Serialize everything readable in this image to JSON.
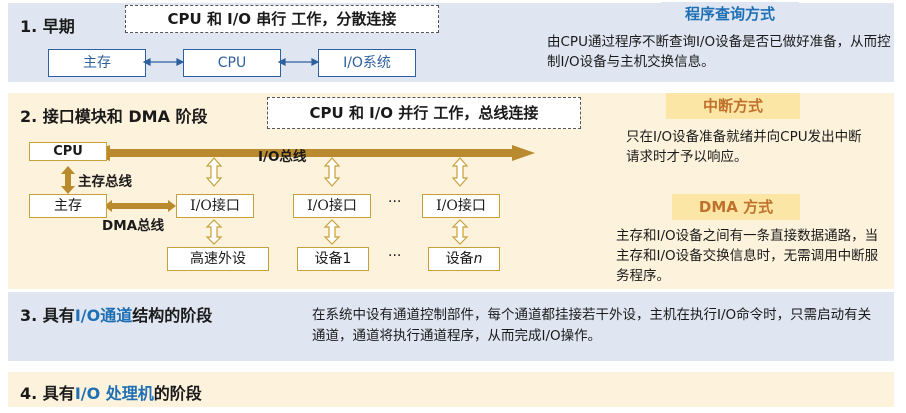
{
  "section1": {
    "num": "1.",
    "title": "早期",
    "note": "CPU 和 I/O 串行 工作，分散连接",
    "boxes": {
      "memory": "主存",
      "cpu": "CPU",
      "io": "I/O系统"
    },
    "method": {
      "title": "程序查询方式",
      "desc": "由CPU通过程序不断查询I/O设备是否已做好准备，从而控制I/O设备与主机交换信息。"
    }
  },
  "section2": {
    "num": "2.",
    "title": "接口模块和 DMA 阶段",
    "note": "CPU 和 I/O 并行 工作，总线连接",
    "diagram": {
      "cpu": "CPU",
      "memory": "主存",
      "io_bus": "I/O总线",
      "memory_bus": "主存总线",
      "dma_bus": "DMA总线",
      "interfaces": [
        "I/O接口",
        "I/O接口",
        "I/O接口"
      ],
      "ellipsis": "···",
      "devices": [
        "高速外设",
        "设备1",
        "设备"
      ],
      "device_n": "n"
    },
    "interrupt": {
      "title": "中断方式",
      "desc": "只在I/O设备准备就绪并向CPU发出中断请求时才予以响应。"
    },
    "dma": {
      "title": "DMA 方式",
      "desc": "主存和I/O设备之间有一条直接数据通路，当主存和I/O设备交换信息时，无需调用中断服务程序。"
    }
  },
  "section3": {
    "num": "3.",
    "title_pre": "具有",
    "title_hl": "I/O通道",
    "title_post": "结构的阶段",
    "desc": "在系统中设有通道控制部件，每个通道都挂接若干外设，主机在执行I/O命令时，只需启动有关通道，通道将执行通道程序，从而完成I/O操作。"
  },
  "section4": {
    "num": "4.",
    "title_pre": "具有",
    "title_hl": "I/O 处理机",
    "title_post": "的阶段"
  },
  "colors": {
    "blue_band": "#dfe6f1",
    "yellow_band": "#fdf3dc",
    "accent_blue": "#1f6fb5",
    "bus_brown": "#b98a2e",
    "tag_yellow": "#fbe6a6"
  }
}
